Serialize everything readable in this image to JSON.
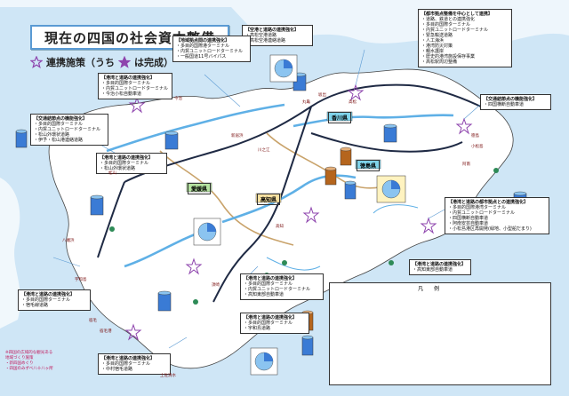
{
  "title": "現在の四国の社会資本整備",
  "legend_key": {
    "text": "連携施策（うち",
    "text2": "は完成）"
  },
  "colors": {
    "sea": "#cfe6f6",
    "land": "#ffffff",
    "highway": "#1f2a44",
    "national_road": "#5fb0e6",
    "mountain_road": "#c9a36b",
    "star_outline": "#8e44ad",
    "star_filled": "#8e44ad",
    "callout_border": "#333333"
  },
  "prefectures": [
    {
      "name": "香川県",
      "color": "#7fd3ea"
    },
    {
      "name": "徳島県",
      "color": "#7fd3ea"
    },
    {
      "name": "愛媛県",
      "color": "#b5e3a0"
    },
    {
      "name": "高知県",
      "color": "#f6e0a0"
    }
  ],
  "callouts": [
    {
      "id": "c1",
      "heading": "【空港と道路の連携強化】",
      "lines": [
        "・高松空港道路",
        "・高松空港連絡道路"
      ]
    },
    {
      "id": "c2",
      "heading": "【地域拠点間の連携強化】",
      "lines": [
        "・多目的国際港ターミナル",
        "・内貿ユニットロードターミナル",
        "・一般国道11号バイパス"
      ]
    },
    {
      "id": "c3",
      "heading": "【都市拠点整備を中心として連携】",
      "lines": [
        "・道路、鉄道との連携強化",
        "・多目的国際ターミナル",
        "・内貿ユニットロードターミナル",
        "・緊急輸送道路",
        "・人工海浜",
        "・港湾防災対策",
        "・親水護岸",
        "・歴史的港湾施設保存事業",
        "・高松駅周辺整備"
      ]
    },
    {
      "id": "c4",
      "heading": "【港湾と道路の連携強化】",
      "lines": [
        "・多目的国際ターミナル",
        "・内貿ユニットロードターミナル",
        "・今治小松自動車道"
      ]
    },
    {
      "id": "c5",
      "heading": "【交通結節点の機能強化】",
      "lines": [
        "・四国横断自動車道"
      ]
    },
    {
      "id": "c6",
      "heading": "【交通結節点の機能強化】",
      "lines": [
        "・多目的国際ターミナル",
        "・内貿ユニットロードターミナル",
        "・松山外環状道路",
        "・伊予・松山港連絡道路"
      ]
    },
    {
      "id": "c7",
      "heading": "【港湾と道路の連携強化】",
      "lines": [
        "・多目的国際ターミナル",
        "・松山外環状道路"
      ]
    },
    {
      "id": "c8",
      "heading": "【港湾と道路の都市拠点との連携強化】",
      "lines": [
        "・多目的国際港湾ターミナル",
        "・内貿ユニットロードターミナル",
        "・四国横断自動車道",
        "・阿南安芸自動車道",
        "・小松島港区再開発(緑地、小型船だまり)"
      ]
    },
    {
      "id": "c9",
      "heading": "【港湾と道路の連携強化】",
      "lines": [
        "・多目的国際ターミナル",
        "・内貿ユニットロードターミナル",
        "・高知東部自動車道"
      ]
    },
    {
      "id": "c10",
      "heading": "【港湾と道路の連携強化】",
      "lines": [
        "・多目的国際ターミナル",
        "・宿毛線道路"
      ]
    },
    {
      "id": "c11",
      "heading": "【港湾と道路の連携強化】",
      "lines": [
        "・多目的国際ターミナル",
        "・宇和島道路"
      ]
    },
    {
      "id": "c12",
      "heading": "【港湾と道路の連携強化】",
      "lines": [
        "・多目的国際ターミナル",
        "・中村宿毛道路"
      ]
    },
    {
      "id": "c13",
      "heading": "【港湾と道路の連携強化】",
      "lines": [
        "・高知東部自動車道"
      ]
    }
  ],
  "cities": [
    "高松",
    "丸亀",
    "坂出",
    "今治",
    "新居浜",
    "松山",
    "宇和島",
    "宿毛",
    "須崎",
    "高知",
    "徳島",
    "小松島",
    "阿南",
    "川之江",
    "八幡浜",
    "宿毛港",
    "土佐清水"
  ],
  "legend": {
    "title": "凡　　例"
  },
  "notes": {
    "bottom_left_heading": "※四国の広域的な観光ある",
    "bottom_left_lines": [
      "地域づくり施策",
      "・新四国めぐり",
      "・四国のみずべ八十八ヶ所"
    ]
  }
}
